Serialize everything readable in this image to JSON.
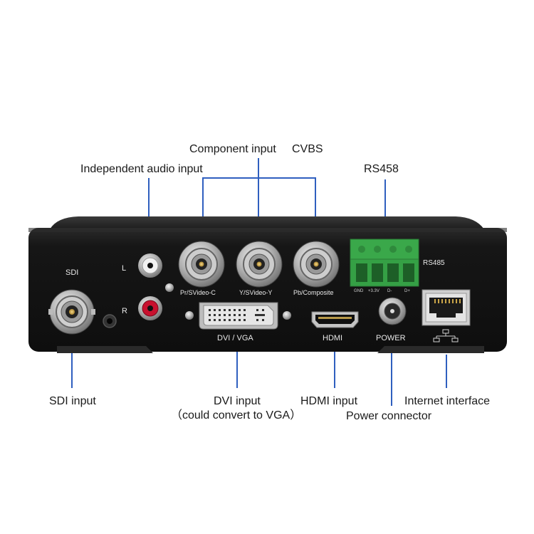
{
  "callouts": {
    "component_input": "Component input",
    "cvbs": "CVBS",
    "audio_input": "Independent audio input",
    "rs_label": "RS458",
    "sdi_input": "SDI input",
    "dvi_input": "DVI input",
    "dvi_note": "（could convert to VGA）",
    "hdmi_input": "HDMI input",
    "internet_interface": "Internet interface",
    "power_connector": "Power connector"
  },
  "panel": {
    "sdi": "SDI",
    "audio_left": "L",
    "audio_right": "R",
    "bnc_1": "Pr/SVideo-C",
    "bnc_2": "Y/SVideo-Y",
    "bnc_3": "Pb/Composite",
    "rs485": "RS485",
    "terminal_pins": [
      "GND",
      "+3.3V",
      "D-",
      "D+"
    ],
    "dvi_vga": "DVI / VGA",
    "hdmi": "HDMI",
    "power": "POWER"
  },
  "colors": {
    "device_body": "#161616",
    "callout_line": "#2f5fbf",
    "terminal_block": "#3aa84a",
    "rca_red": "#c8102e"
  },
  "icons": [
    "bnc-connector-icon",
    "rca-jack-icon",
    "dvi-port-icon",
    "hdmi-port-icon",
    "dc-power-jack-icon",
    "rj45-port-icon",
    "network-icon"
  ]
}
